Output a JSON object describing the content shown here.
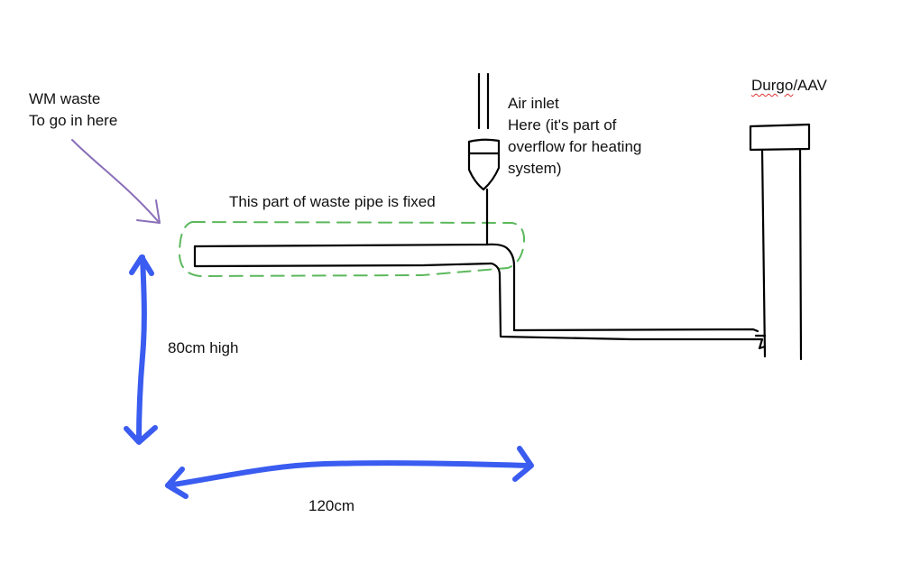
{
  "labels": {
    "wm_waste_line1": "WM waste",
    "wm_waste_line2": "To go in here",
    "fixed_pipe": "This part of waste pipe is fixed",
    "air_inlet_line1": "Air inlet",
    "air_inlet_line2": "Here (it's part of",
    "air_inlet_line3": "overflow for heating",
    "air_inlet_line4": "system)",
    "durgo_word": "Durgo",
    "durgo_rest": "/AAV",
    "height": "80cm high",
    "width": "120cm"
  },
  "colors": {
    "pipe": "#000000",
    "fixed_highlight": "#5cb85c",
    "dimension_arrow": "#3a5cf0",
    "pointer_arrow": "#8a6fb8",
    "spelling_underline": "#e03030"
  }
}
